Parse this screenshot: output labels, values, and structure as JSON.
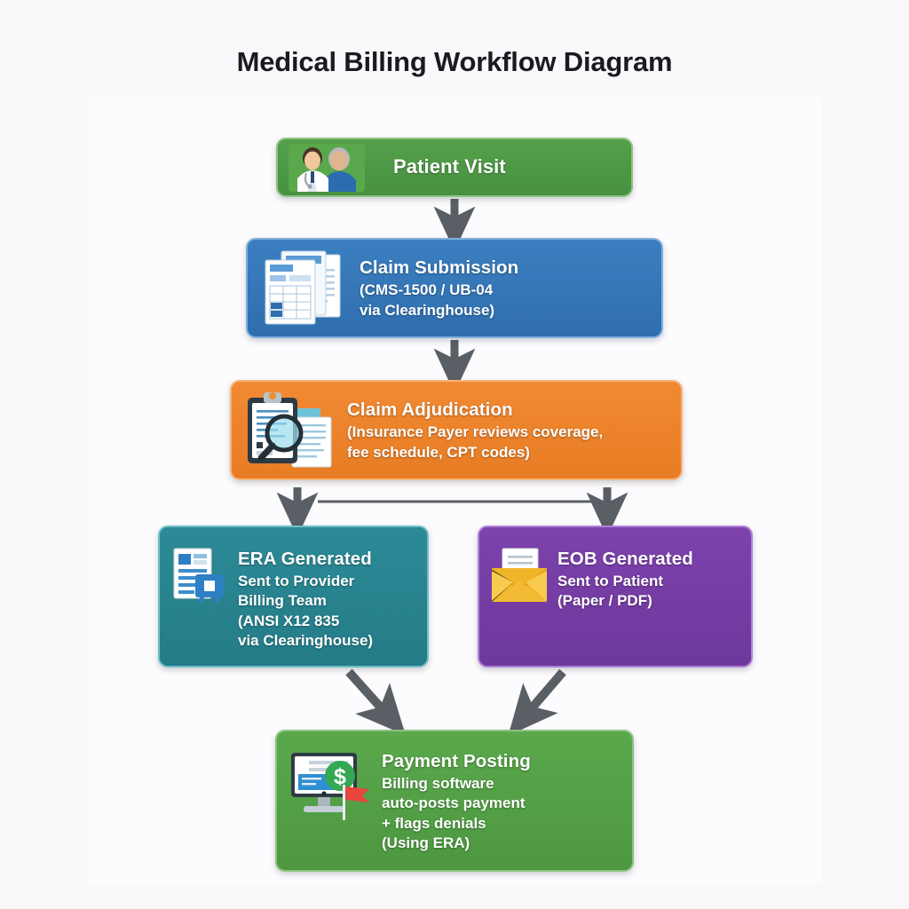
{
  "title": "Medical Billing Workflow Diagram",
  "colors": {
    "background": "#faf8fb",
    "panel": "#fcfbfd",
    "green": "#4d9741",
    "blue": "#2f6eae",
    "orange": "#e87c24",
    "teal": "#247c88",
    "purple": "#6e389c",
    "arrow": "#5a5f66",
    "connector_line": "#5a5f66",
    "title_text": "#1b1b1f",
    "node_text": "#ffffff"
  },
  "nodes": [
    {
      "id": "patient-visit",
      "title": "Patient Visit",
      "lines": [],
      "color": "#4d9741",
      "icon": "doctor-patient-icon"
    },
    {
      "id": "claim-submission",
      "title": "Claim Submission",
      "lines": [
        "(CMS-1500 / UB-04",
        "via Clearinghouse)"
      ],
      "color": "#2f6eae",
      "icon": "claim-forms-icon"
    },
    {
      "id": "claim-adjudication",
      "title": "Claim Adjudication",
      "lines": [
        "(Insurance Payer reviews coverage,",
        "fee schedule, CPT codes)"
      ],
      "color": "#e87c24",
      "icon": "clipboard-magnifier-icon"
    },
    {
      "id": "era-generated",
      "title": "ERA Generated",
      "lines": [
        "Sent to Provider",
        "Billing Team",
        "(ANSI X12 835",
        "via Clearinghouse)"
      ],
      "color": "#247c88",
      "icon": "electronic-remittance-icon"
    },
    {
      "id": "eob-generated",
      "title": "EOB Generated",
      "lines": [
        "Sent to Patient",
        "(Paper / PDF)"
      ],
      "color": "#6e389c",
      "icon": "envelope-letter-icon"
    },
    {
      "id": "payment-posting",
      "title": "Payment Posting",
      "lines": [
        "Billing software",
        "auto-posts payment",
        "+ flags denials",
        "(Using ERA)"
      ],
      "color": "#4d9741",
      "icon": "monitor-dollar-flag-icon"
    }
  ],
  "flow": {
    "connections": [
      {
        "from": "patient-visit",
        "to": "claim-submission",
        "style": "straight-down"
      },
      {
        "from": "claim-submission",
        "to": "claim-adjudication",
        "style": "straight-down"
      },
      {
        "from": "claim-adjudication",
        "to": "era-generated",
        "style": "branch-left"
      },
      {
        "from": "claim-adjudication",
        "to": "eob-generated",
        "style": "branch-right"
      },
      {
        "from": "era-generated",
        "to": "payment-posting",
        "style": "diagonal-right-down"
      },
      {
        "from": "eob-generated",
        "to": "payment-posting",
        "style": "diagonal-left-down"
      }
    ]
  }
}
